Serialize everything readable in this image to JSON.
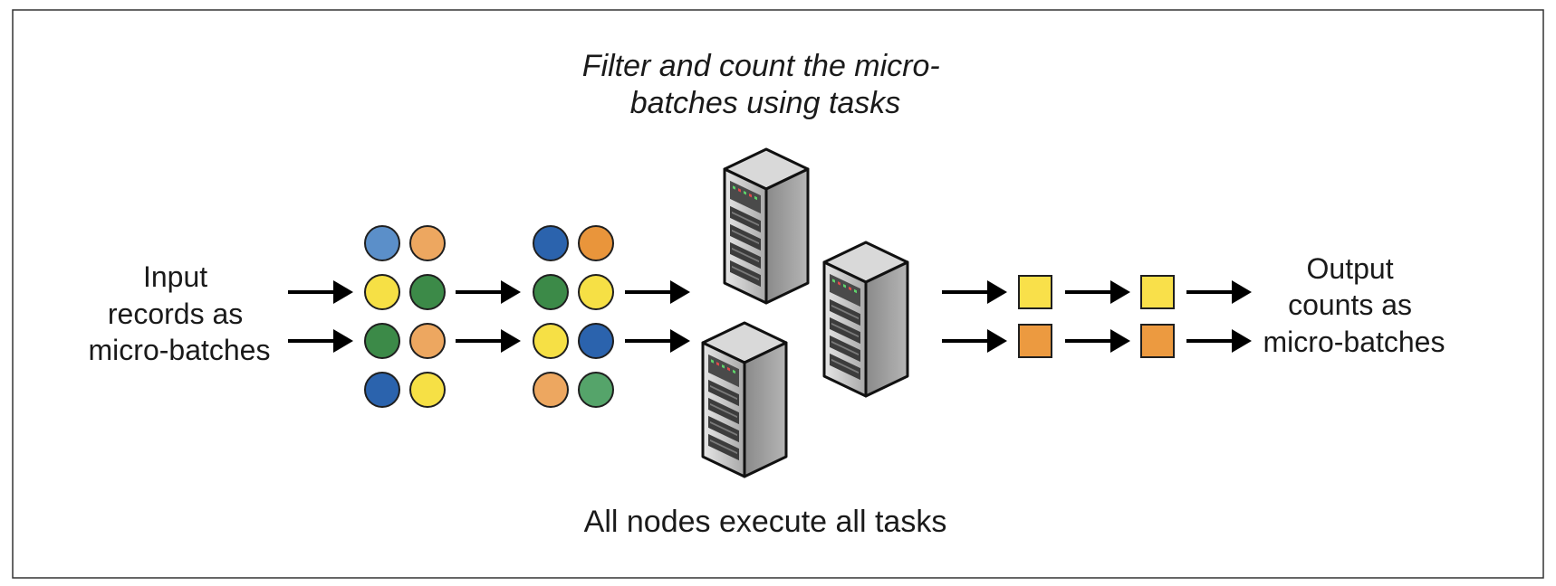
{
  "labels": {
    "input": [
      "Input",
      "records as",
      "micro-batches"
    ],
    "top": [
      "Filter and count the micro-",
      "batches using tasks"
    ],
    "bottom": "All nodes execute all tasks",
    "output": [
      "Output",
      "counts as",
      "micro-batches"
    ]
  },
  "colors": {
    "light_blue": "#5b8fc9",
    "light_orange": "#eda760",
    "yellow": "#f6e045",
    "green": "#3c8a48",
    "blue": "#2b63ad",
    "orange": "#e9953b",
    "pale_green": "#55a46a",
    "square_yellow": "#f9e04a",
    "square_orange": "#ec9a40"
  },
  "input_circles": [
    [
      "light_blue",
      "light_orange"
    ],
    [
      "yellow",
      "green"
    ],
    [
      "green",
      "light_orange"
    ],
    [
      "blue",
      "yellow"
    ]
  ],
  "processed_circles": [
    [
      "blue",
      "orange"
    ],
    [
      "green",
      "yellow"
    ],
    [
      "yellow",
      "blue"
    ],
    [
      "light_orange",
      "pale_green"
    ]
  ],
  "output_squares": [
    [
      "square_yellow",
      "square_yellow"
    ],
    [
      "square_orange",
      "square_orange"
    ]
  ],
  "server_count": 3,
  "icons": {
    "arrow": "arrow-right-icon",
    "server": "server-tower-icon",
    "record": "record-circle-icon",
    "count": "count-square-icon"
  }
}
